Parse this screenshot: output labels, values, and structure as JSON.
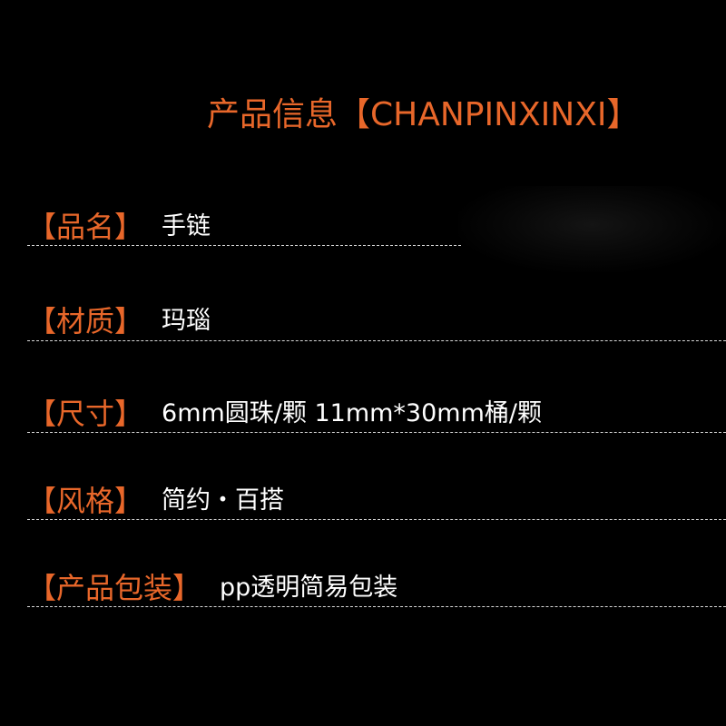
{
  "title": "产品信息【CHANPINXINXI】",
  "rows": [
    {
      "label": "【品名】",
      "value": "手链"
    },
    {
      "label": "【材质】",
      "value": "玛瑙"
    },
    {
      "label": "【尺寸】",
      "value": "6mm圆珠/颗 11mm*30mm桶/颗"
    },
    {
      "label": "【风格】",
      "value": "简约・百搭"
    },
    {
      "label": "【产品包装】",
      "value": "pp透明简易包装"
    }
  ],
  "colors": {
    "background": "#000000",
    "accent": "#e8672a",
    "text": "#ffffff",
    "rule": "#d8d8d8"
  }
}
